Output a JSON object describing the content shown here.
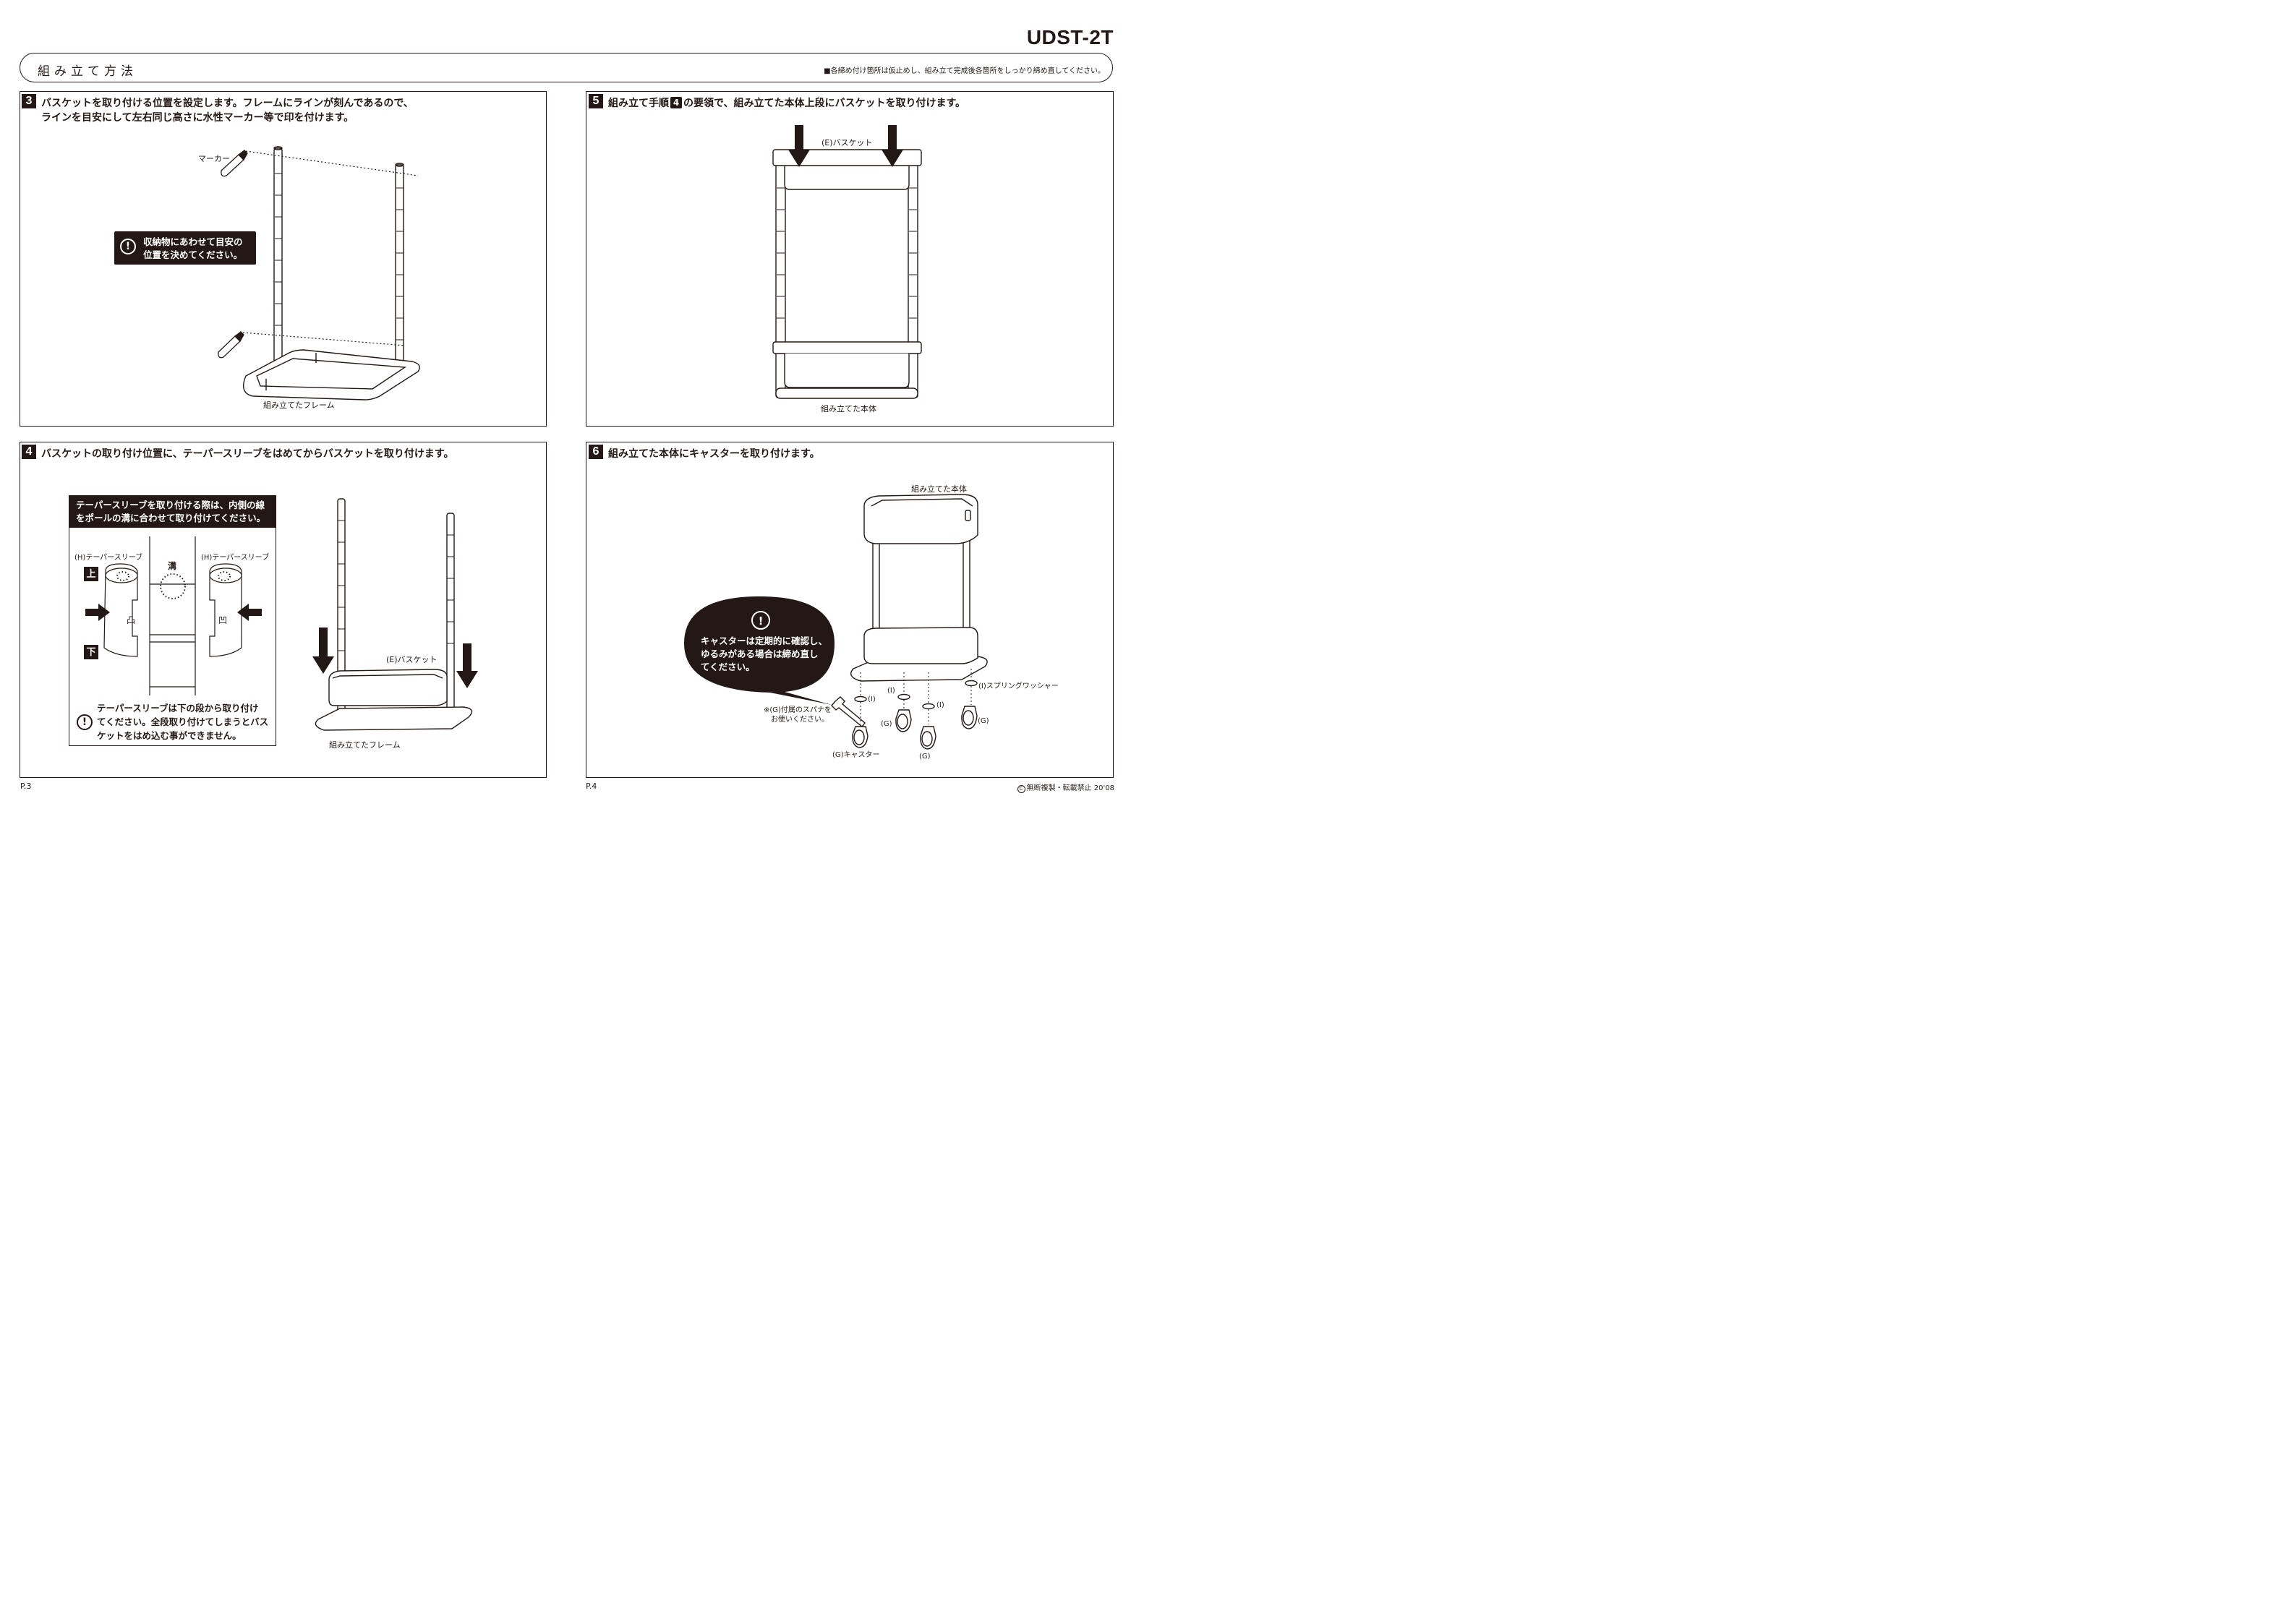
{
  "model": "UDST-2T",
  "header": {
    "title": "組み立て方法",
    "note": "■各締め付け箇所は仮止めし、組み立て完成後各箇所をしっかり締め直してください。"
  },
  "steps": {
    "s3": {
      "num": "3",
      "line1": "バスケットを取り付ける位置を設定します。フレームにラインが刻んであるので、",
      "line2": "ラインを目安にして左右同じ高さに水性マーカー等で印を付けます。",
      "marker_label": "マーカー",
      "note_line1": "収納物にあわせて目安の",
      "note_line2": "位置を決めてください。",
      "frame_label": "組み立てたフレーム"
    },
    "s4": {
      "num": "4",
      "text": "バスケットの取り付け位置に、テーパースリーブをはめてからバスケットを取り付けます。",
      "box_head_line1": "テーパースリーブを取り付ける際は、内側の線",
      "box_head_line2": "をポールの溝に合わせて取り付けてください。",
      "sleeve_label_left": "(H)テーパースリーブ",
      "sleeve_label_right": "(H)テーパースリーブ",
      "groove_label": "溝",
      "up_label": "上",
      "down_label": "下",
      "convex_mark": "凸",
      "concave_mark": "凹",
      "caution_line1": "テーパースリーブは下の段から取り付け",
      "caution_line2": "てください。全段取り付けてしまうとバス",
      "caution_line3": "ケットをはめ込む事ができません。",
      "basket_label": "(E)バスケット",
      "frame_label": "組み立てたフレーム"
    },
    "s5": {
      "num": "5",
      "text_pre": "組み立て手順",
      "ref_num": "4",
      "text_post": "の要領で、組み立てた本体上段にバスケットを取り付けます。",
      "basket_label": "(E)バスケット",
      "body_label": "組み立てた本体"
    },
    "s6": {
      "num": "6",
      "text": "組み立てた本体にキャスターを取り付けます。",
      "body_label": "組み立てた本体",
      "bubble_line1": "キャスターは定期的に確認し、",
      "bubble_line2": "ゆるみがある場合は締め直し",
      "bubble_line3": "てください。",
      "spanner_line1": "※(G)付属のスパナを",
      "spanner_line2": "お使いください。",
      "washer_label": "(I)スプリングワッシャー",
      "i_label": "(I)",
      "g_label": "(G)",
      "caster_label": "(G)キャスター"
    }
  },
  "footer": {
    "page_left": "P.3",
    "page_right": "P.4",
    "copyright": "無断複製・転載禁止 20'08"
  },
  "colors": {
    "ink": "#231815",
    "paper": "#ffffff"
  }
}
